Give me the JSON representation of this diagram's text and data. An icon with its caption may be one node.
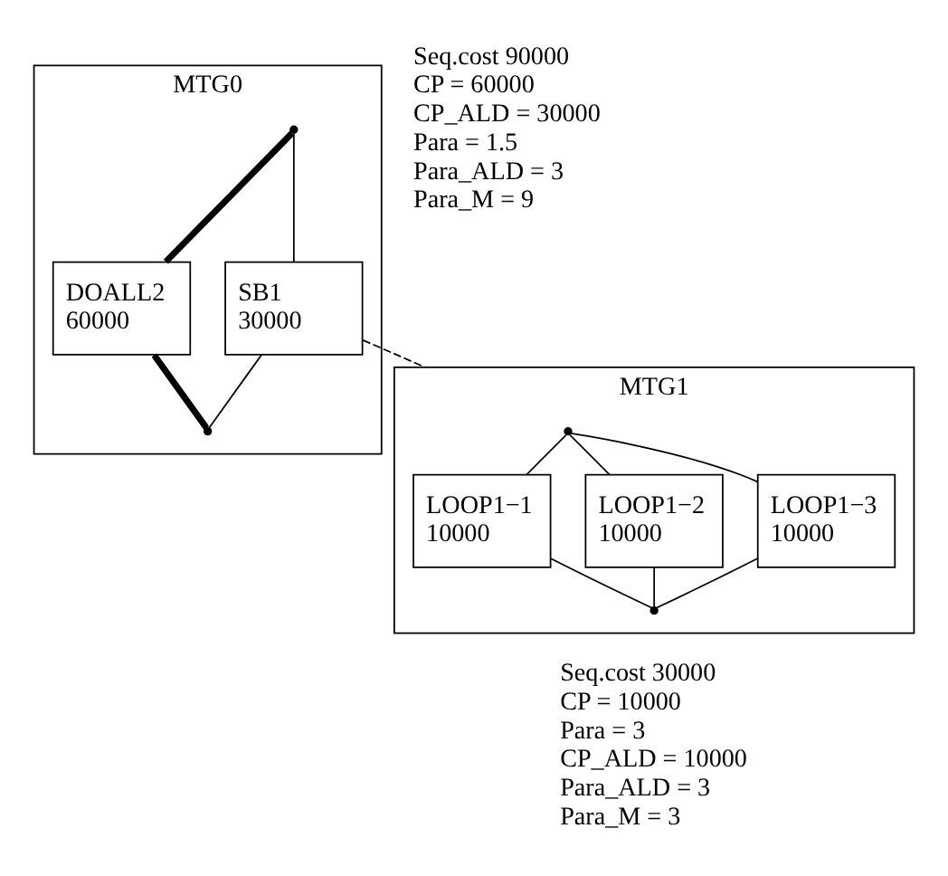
{
  "diagram": {
    "nodes": [
      {
        "text": [
          "MTG0"
        ],
        "beside": [
          "Seq.cost 90000",
          "CP = 60000",
          "CP_ALD = 30000",
          "Para = 1.5",
          "Para_ALD = 3",
          "Para_M = 9"
        ]
      },
      {
        "text": [],
        "shape": "point",
        "in": 0
      },
      {
        "text": [
          "SB1",
          "30000"
        ],
        "in": 0
      },
      {
        "text": [
          "DOALL2",
          "60000"
        ],
        "in": 0
      },
      {
        "text": [],
        "shape": "point",
        "in": 0
      },
      {
        "text": [
          "MTG1"
        ],
        "beside": [
          "Seq.cost 30000",
          "CP = 10000",
          "Para = 3",
          "CP_ALD = 10000",
          "Para_ALD = 3",
          "Para_M = 3"
        ]
      },
      {
        "text": [],
        "shape": "point",
        "in": 5
      },
      {
        "text": [
          "LOOP1−1",
          "10000"
        ],
        "in": 5
      },
      {
        "text": [
          "LOOP1−2",
          "10000"
        ],
        "in": 5
      },
      {
        "text": [
          "LOOP1−3",
          "10000"
        ],
        "in": 5
      },
      {
        "text": [],
        "shape": "point",
        "in": 5
      }
    ],
    "edges": [
      {
        "from": 1,
        "to": 2,
        "arrow": "none"
      },
      {
        "from": 1,
        "to": 3,
        "arrow": "none",
        "style": "thick"
      },
      {
        "from": 2,
        "to": 4,
        "arrow": "none"
      },
      {
        "from": 3,
        "to": 4,
        "arrow": "none",
        "style": "thick"
      },
      {
        "from": 2,
        "to": 5,
        "arrow": "none",
        "style": "dashed"
      },
      {
        "from": 6,
        "to": 7,
        "arrow": "none"
      },
      {
        "from": 6,
        "to": 8,
        "arrow": "none"
      },
      {
        "from": 6,
        "to": 9,
        "arrow": "none"
      },
      {
        "from": 7,
        "to": 10,
        "arrow": "none"
      },
      {
        "from": 8,
        "to": 10,
        "arrow": "none"
      },
      {
        "from": 9,
        "to": 10,
        "arrow": "none"
      }
    ]
  }
}
